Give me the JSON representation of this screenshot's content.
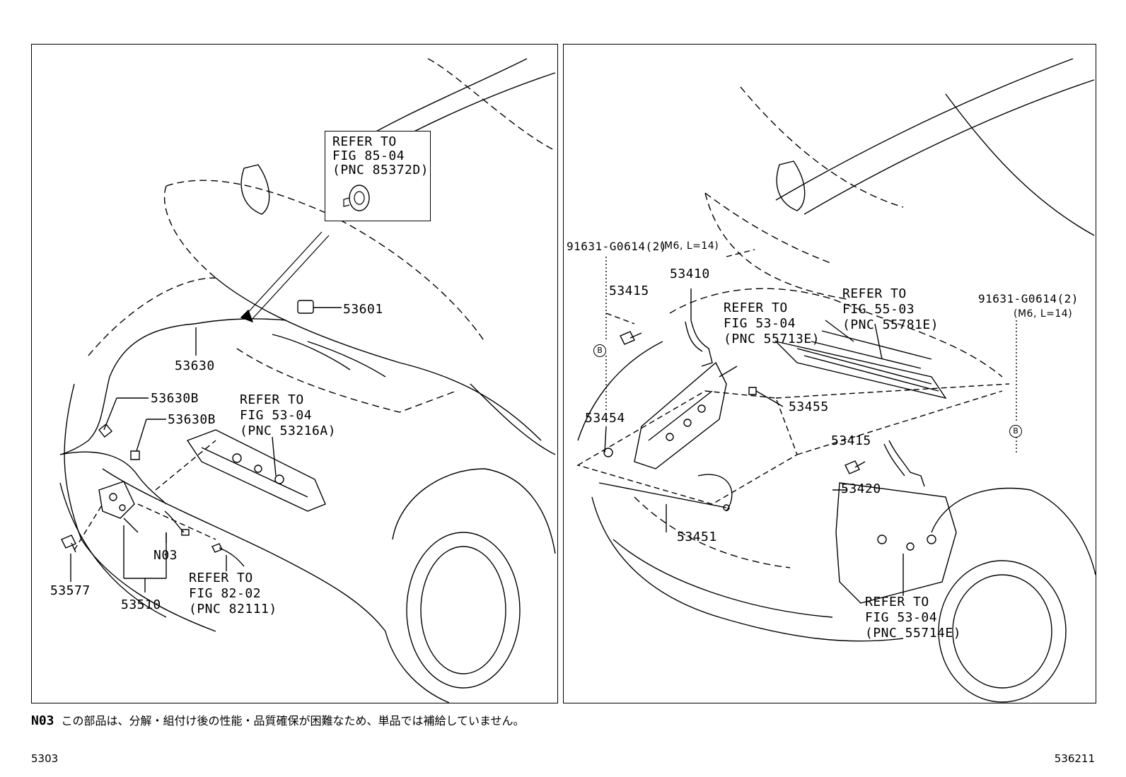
{
  "left_panel": {
    "refer_box": {
      "line1": "REFER TO",
      "line2": "FIG 85-04",
      "line3": "(PNC 85372D)"
    },
    "labels": {
      "p53601": "53601",
      "p53630": "53630",
      "p53630b_1": "53630B",
      "p53630b_2": "53630B",
      "p53577": "53577",
      "p53510": "53510",
      "n03": "N03"
    },
    "refer_53216": {
      "line1": "REFER TO",
      "line2": "FIG 53-04",
      "line3": "(PNC 53216A)"
    },
    "refer_82111": {
      "line1": "REFER TO",
      "line2": "FIG 82-02",
      "line3": "(PNC 82111)"
    }
  },
  "right_panel": {
    "labels": {
      "bolt_left": "91631-G0614(2)",
      "bolt_left_spec": "(M6, L=14)",
      "bolt_right": "91631-G0614(2)",
      "bolt_right_spec": "(M6, L=14)",
      "p53410": "53410",
      "p53415_a": "53415",
      "p53415_b": "53415",
      "p53454": "53454",
      "p53455": "53455",
      "p53420": "53420",
      "p53451": "53451",
      "marker_b": "B"
    },
    "refer_55713": {
      "line1": "REFER TO",
      "line2": "FIG 53-04",
      "line3": "(PNC 55713E)"
    },
    "refer_55781": {
      "line1": "REFER TO",
      "line2": "FIG 55-03",
      "line3": "(PNC 55781E)"
    },
    "refer_55714": {
      "line1": "REFER TO",
      "line2": "FIG 53-04",
      "line3": "(PNC 55714E)"
    }
  },
  "note": {
    "code": "N03",
    "text": "この部品は、分解・組付け後の性能・品質確保が困難なため、単品では補給していません。"
  },
  "footer": {
    "left": "5303",
    "right": "536211"
  }
}
